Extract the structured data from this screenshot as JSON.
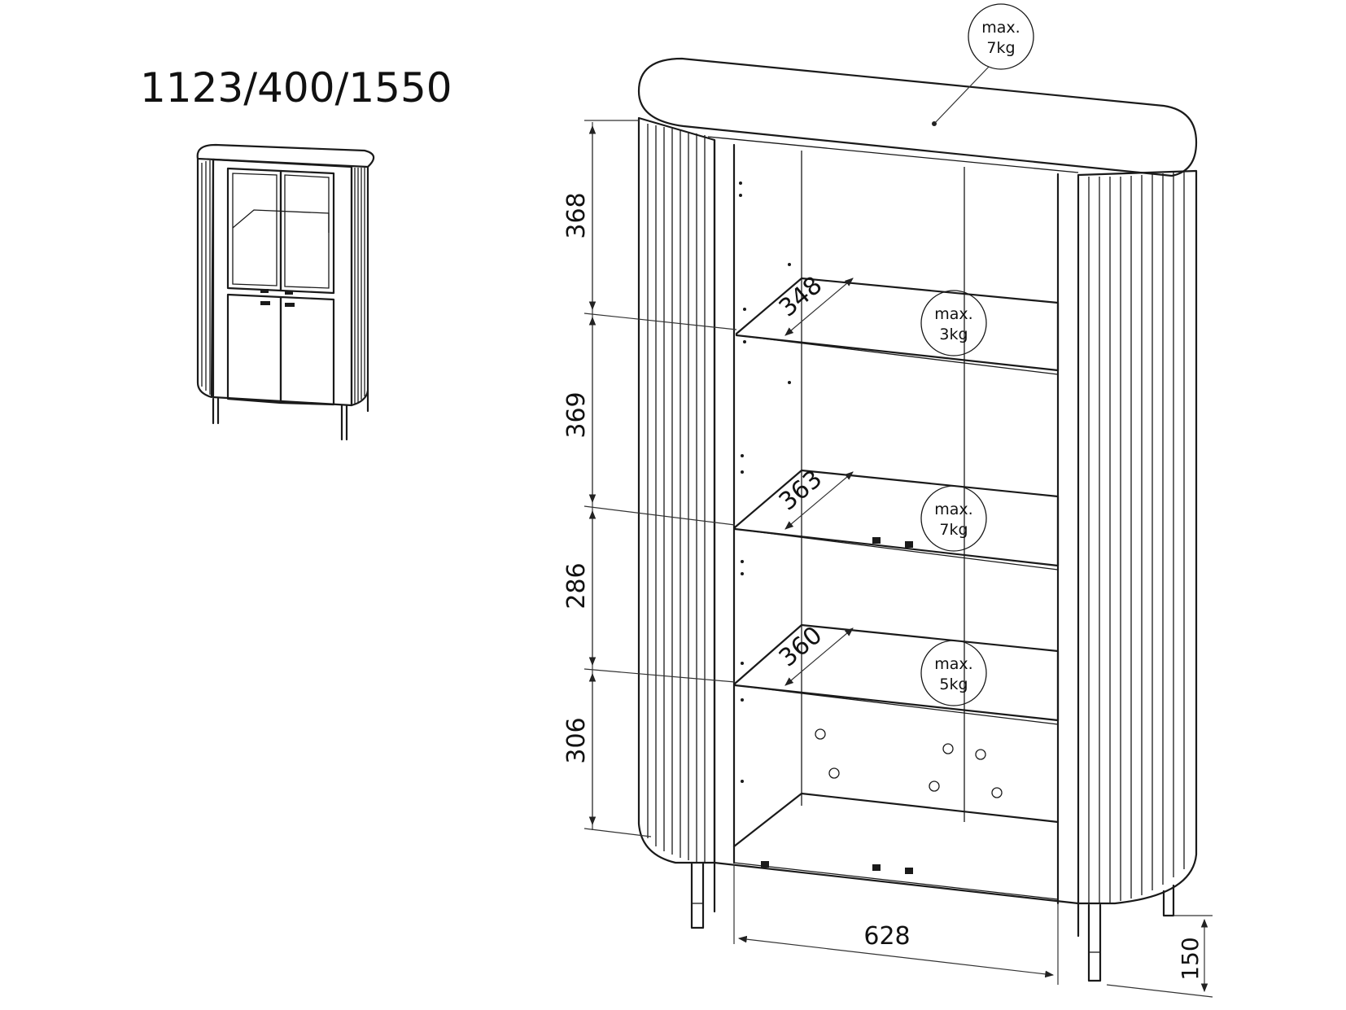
{
  "overall_dimensions": "1123/400/1550",
  "top_load": {
    "line1": "max.",
    "line2": "7kg"
  },
  "shelves": [
    {
      "depth": "348",
      "load_line1": "max.",
      "load_line2": "3kg"
    },
    {
      "depth": "363",
      "load_line1": "max.",
      "load_line2": "7kg"
    },
    {
      "depth": "360",
      "load_line1": "max.",
      "load_line2": "5kg"
    }
  ],
  "heights": [
    "368",
    "369",
    "286",
    "306"
  ],
  "inner_width": "628",
  "leg_height": "150",
  "colors": {
    "line": "#1a1a1a",
    "background": "#ffffff"
  }
}
